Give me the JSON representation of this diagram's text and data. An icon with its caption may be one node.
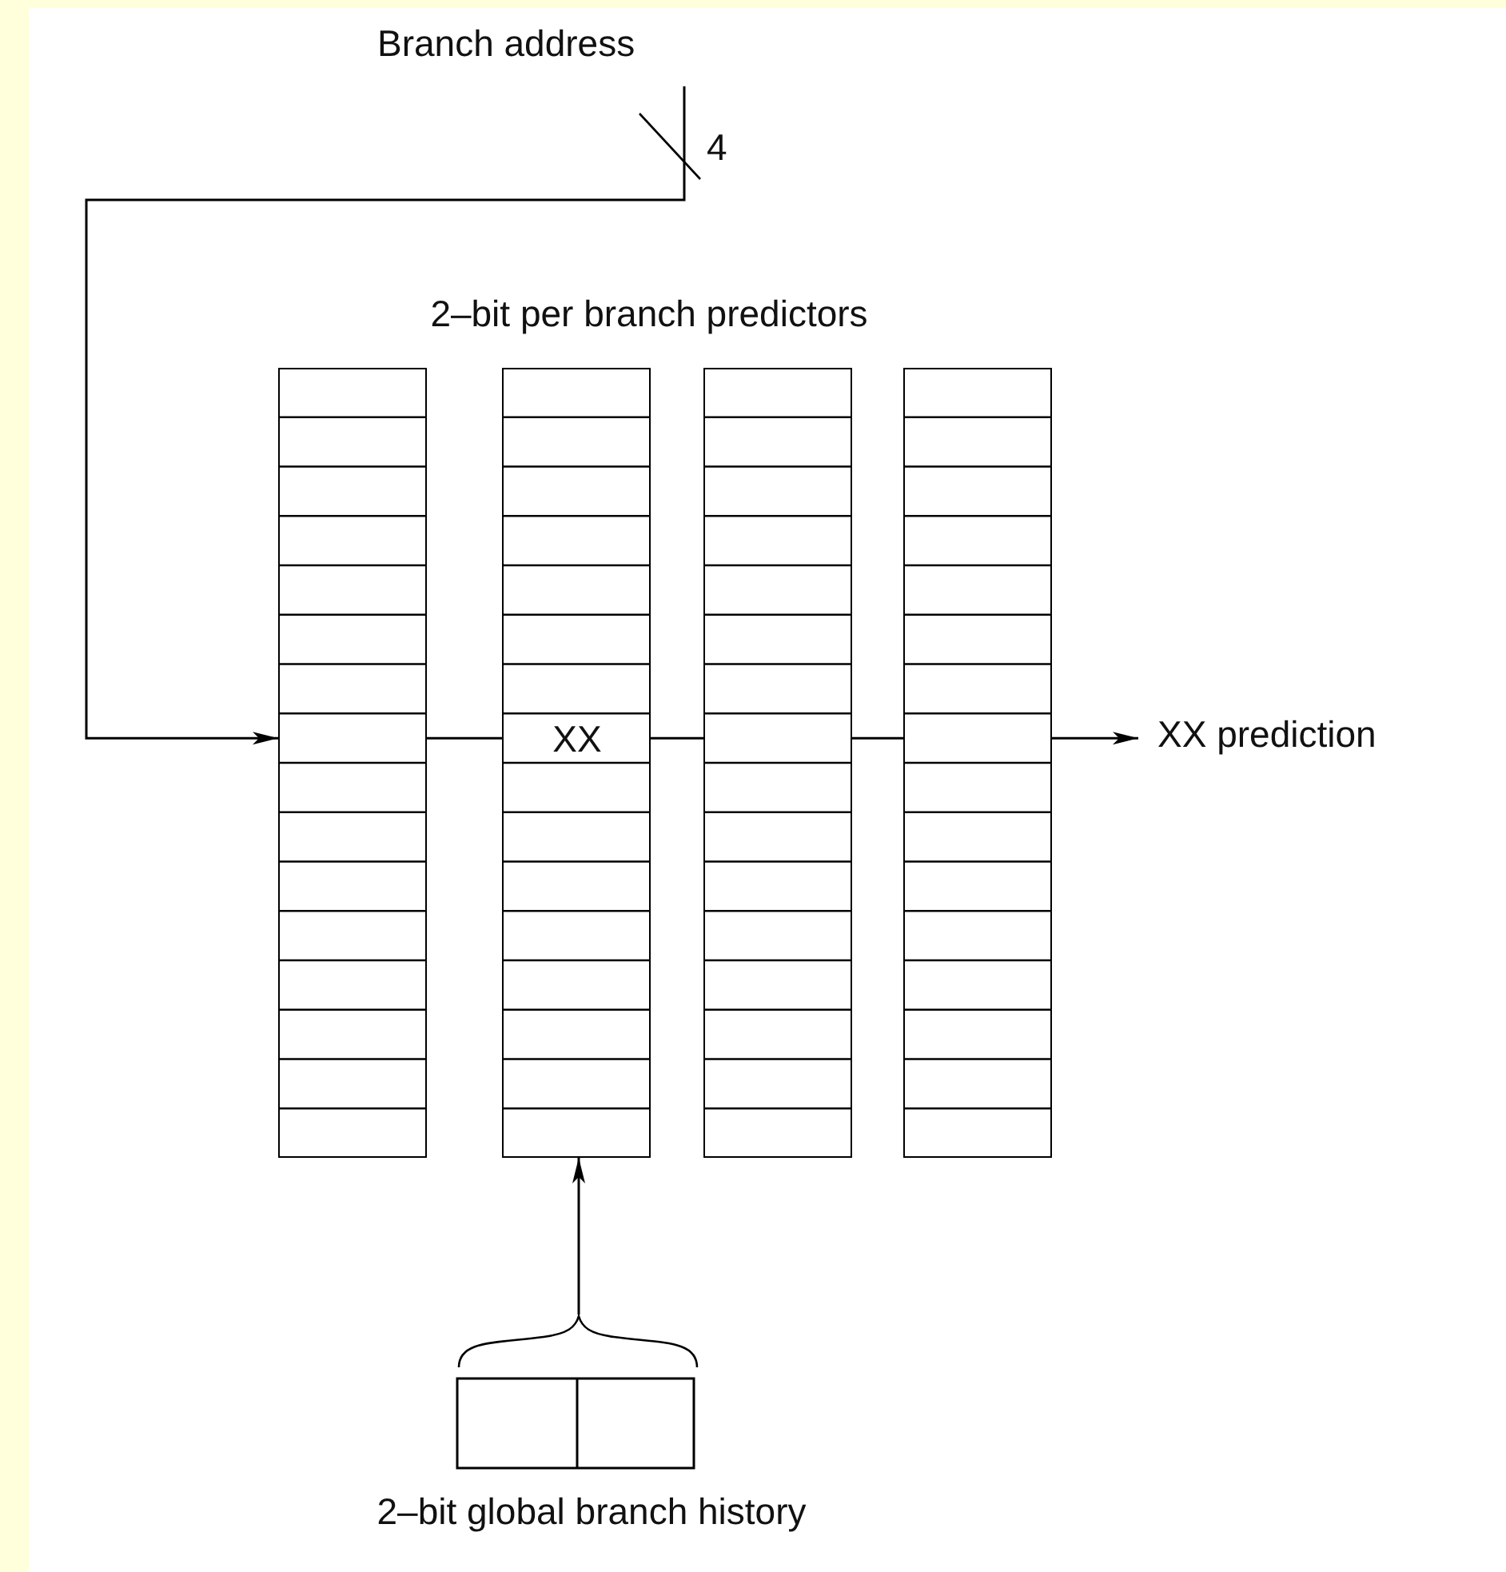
{
  "diagram": {
    "nodes": [
      {
        "text": [
          "Branch address"
        ]
      },
      {
        "text": [],
        "shape": "box"
      },
      {
        "text": [],
        "shape": "box"
      },
      {
        "text": [
          "XX"
        ],
        "in": 2
      },
      {
        "text": [],
        "shape": "box"
      },
      {
        "text": [],
        "shape": "box"
      },
      {
        "text": [
          "XX prediction"
        ]
      },
      {
        "text": [
          "2–bit global branch history"
        ]
      }
    ],
    "edges": [
      {
        "from": 0,
        "to": 1,
        "arrow": "to"
      },
      {
        "from": 1,
        "to": 2,
        "arrow": "none"
      },
      {
        "from": 2,
        "to": 4,
        "arrow": "none"
      },
      {
        "from": 4,
        "to": 5,
        "arrow": "none"
      },
      {
        "from": 5,
        "to": 6,
        "arrow": "to"
      },
      {
        "from": 7,
        "to": 2,
        "arrow": "to"
      }
    ],
    "labels": [
      "2–bit per branch predictors",
      "4"
    ]
  }
}
